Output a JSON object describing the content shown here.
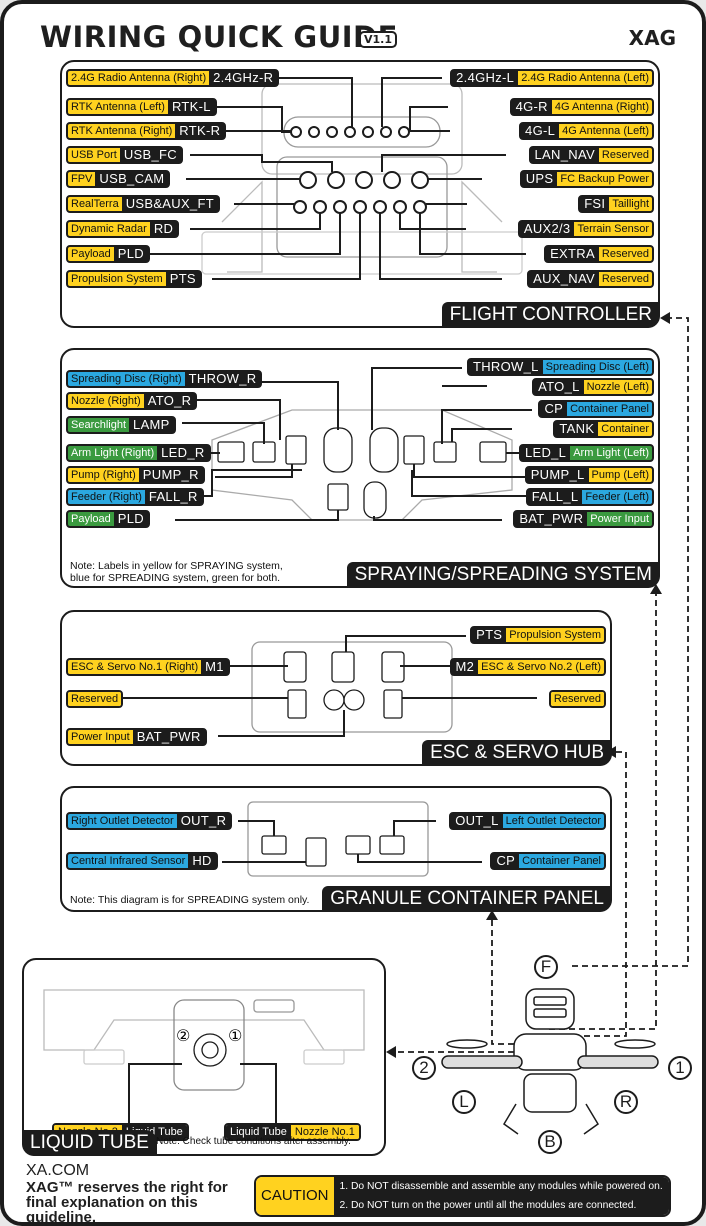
{
  "header": {
    "title": "WIRING QUICK GUIDE",
    "version": "V1.1",
    "brand": "XAG"
  },
  "flight_controller": {
    "title": "FLIGHT CONTROLLER",
    "left": [
      {
        "desc": "2.4G Radio Antenna (Right)",
        "code": "2.4GHz-R",
        "color": "y"
      },
      {
        "desc": "RTK Antenna (Left)",
        "code": "RTK-L",
        "color": "y"
      },
      {
        "desc": "RTK Antenna (Right)",
        "code": "RTK-R",
        "color": "y"
      },
      {
        "desc": "USB Port",
        "code": "USB_FC",
        "color": "y"
      },
      {
        "desc": "FPV",
        "code": "USB_CAM",
        "color": "y"
      },
      {
        "desc": "RealTerra",
        "code": "USB&AUX_FT",
        "color": "y"
      },
      {
        "desc": "Dynamic Radar",
        "code": "RD",
        "color": "y"
      },
      {
        "desc": "Payload",
        "code": "PLD",
        "color": "y"
      },
      {
        "desc": "Propulsion System",
        "code": "PTS",
        "color": "y"
      }
    ],
    "right": [
      {
        "desc": "2.4G Radio Antenna (Left)",
        "code": "2.4GHz-L",
        "color": "y"
      },
      {
        "desc": "4G Antenna (Right)",
        "code": "4G-R",
        "color": "y"
      },
      {
        "desc": "4G Antenna (Left)",
        "code": "4G-L",
        "color": "y"
      },
      {
        "desc": "Reserved",
        "code": "LAN_NAV",
        "color": "y"
      },
      {
        "desc": "FC Backup Power",
        "code": "UPS",
        "color": "y"
      },
      {
        "desc": "Taillight",
        "code": "FSI",
        "color": "y"
      },
      {
        "desc": "Terrain Sensor",
        "code": "AUX2/3",
        "color": "y"
      },
      {
        "desc": "Reserved",
        "code": "EXTRA",
        "color": "y"
      },
      {
        "desc": "Reserved",
        "code": "AUX_NAV",
        "color": "y"
      }
    ]
  },
  "spraying": {
    "title": "SPRAYING/SPREADING SYSTEM",
    "left": [
      {
        "desc": "Spreading Disc (Right)",
        "code": "THROW_R",
        "color": "b"
      },
      {
        "desc": "Nozzle (Right)",
        "code": "ATO_R",
        "color": "y"
      },
      {
        "desc": "Searchlight",
        "code": "LAMP",
        "color": "g"
      },
      {
        "desc": "Arm Light (Right)",
        "code": "LED_R",
        "color": "g"
      },
      {
        "desc": "Pump (Right)",
        "code": "PUMP_R",
        "color": "y"
      },
      {
        "desc": "Feeder (Right)",
        "code": "FALL_R",
        "color": "b"
      },
      {
        "desc": "Payload",
        "code": "PLD",
        "color": "g"
      }
    ],
    "right": [
      {
        "desc": "Spreading Disc (Left)",
        "code": "THROW_L",
        "color": "b"
      },
      {
        "desc": "Nozzle (Left)",
        "code": "ATO_L",
        "color": "y"
      },
      {
        "desc": "Container Panel",
        "code": "CP",
        "color": "b"
      },
      {
        "desc": "Container",
        "code": "TANK",
        "color": "y"
      },
      {
        "desc": "Arm Light (Left)",
        "code": "LED_L",
        "color": "g"
      },
      {
        "desc": "Pump (Left)",
        "code": "PUMP_L",
        "color": "y"
      },
      {
        "desc": "Feeder (Left)",
        "code": "FALL_L",
        "color": "b"
      },
      {
        "desc": "Power Input",
        "code": "BAT_PWR",
        "color": "g"
      }
    ],
    "note_line1": "Note: Labels in yellow for SPRAYING system,",
    "note_line2": "blue for SPREADING system, green for both."
  },
  "esc": {
    "title": "ESC & SERVO HUB",
    "left": [
      {
        "desc": "ESC & Servo No.1 (Right)",
        "code": "M1",
        "color": "y"
      },
      {
        "desc": "Reserved",
        "code": "",
        "color": "y"
      },
      {
        "desc": "Power Input",
        "code": "BAT_PWR",
        "color": "y"
      }
    ],
    "right": [
      {
        "desc": "Propulsion System",
        "code": "PTS",
        "color": "y"
      },
      {
        "desc": "ESC & Servo No.2 (Left)",
        "code": "M2",
        "color": "y"
      },
      {
        "desc": "Reserved",
        "code": "",
        "color": "y"
      }
    ]
  },
  "granule": {
    "title": "GRANULE CONTAINER PANEL",
    "left": [
      {
        "desc": "Right Outlet Detector",
        "code": "OUT_R",
        "color": "b"
      },
      {
        "desc": "Central Infrared Sensor",
        "code": "HD",
        "color": "b"
      }
    ],
    "right": [
      {
        "desc": "Left Outlet Detector",
        "code": "OUT_L",
        "color": "b"
      },
      {
        "desc": "Container Panel",
        "code": "CP",
        "color": "b"
      }
    ],
    "note": "Note: This diagram is for SPREADING system only."
  },
  "liquid": {
    "title": "LIQUID TUBE",
    "note": "Note: Check tube conditions after assembly.",
    "left_tag": {
      "desc": "Nozzle No.2",
      "code": "Liquid Tube"
    },
    "right_tag": {
      "code": "Liquid Tube",
      "desc": "Nozzle No.1"
    },
    "port_left": "②",
    "port_right": "①"
  },
  "drone": {
    "markers": [
      "F",
      "2",
      "1",
      "L",
      "R",
      "B"
    ]
  },
  "footer": {
    "url": "XA.COM",
    "disclaimer": "XAG™ reserves the right for final explanation on this guideline.",
    "caution_label": "CAUTION",
    "caution_1": "1. Do NOT disassemble and assemble any modules while powered on.",
    "caution_2": "2. Do NOT turn on the power until all the modules are connected."
  }
}
